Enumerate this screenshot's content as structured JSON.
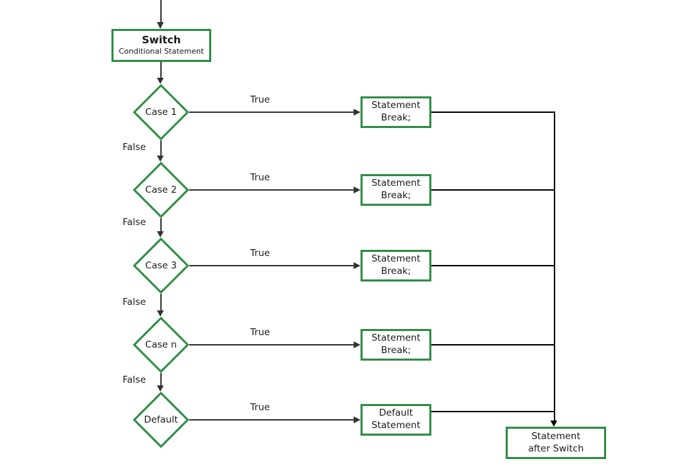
{
  "diagram": {
    "colors": {
      "node_border": "#2f8d46",
      "flow_line": "#333333",
      "merge_line": "#000000",
      "text": "#1a1a1a",
      "background": "#ffffff"
    },
    "switch_box": {
      "title": "Switch",
      "subtitle": "Conditional Statement"
    },
    "rows": [
      {
        "condition": "Case 1",
        "true_label": "True",
        "false_label": "False",
        "action": "Statement\nBreak;"
      },
      {
        "condition": "Case 2",
        "true_label": "True",
        "false_label": "False",
        "action": "Statement\nBreak;"
      },
      {
        "condition": "Case 3",
        "true_label": "True",
        "false_label": "False",
        "action": "Statement\nBreak;"
      },
      {
        "condition": "Case n",
        "true_label": "True",
        "false_label": "False",
        "action": "Statement\nBreak;"
      },
      {
        "condition": "Default",
        "true_label": "True",
        "action": "Default\nStatement"
      }
    ],
    "end_box": {
      "label": "Statement\nafter Switch"
    }
  }
}
